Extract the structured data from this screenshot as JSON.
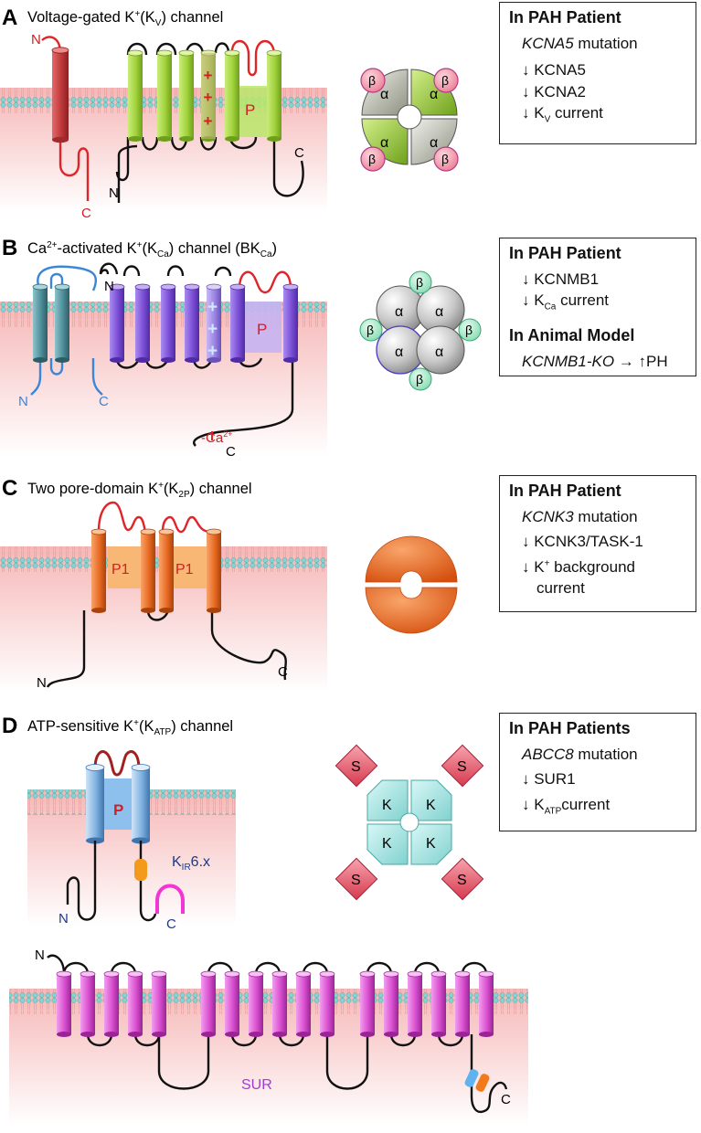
{
  "panels": {
    "A": {
      "letter": "A",
      "title_pre": "Voltage-gated K",
      "title_sup": "+",
      "title_mid": "(K",
      "title_sub": "V",
      "title_post": ") channel",
      "labels": {
        "n_red": "N",
        "c_red": "C",
        "n": "N",
        "c": "C",
        "pore": "P",
        "plus": "+",
        "alpha": "α",
        "beta": "β"
      },
      "box": {
        "heading": "In PAH Patient",
        "gene": "KCNA5",
        "gene_suffix": " mutation",
        "line2": "↓ KCNA5",
        "line3": "↓ KCNA2",
        "line4_pre": "↓ K",
        "line4_sub": "V",
        "line4_post": " current"
      }
    },
    "B": {
      "letter": "B",
      "title_pre": "Ca",
      "title_sup1": "2+",
      "title_mid1": "-activated K",
      "title_sup2": "+",
      "title_mid2": "(K",
      "title_sub1": "Ca",
      "title_mid3": ") channel (BK",
      "title_sub2": "Ca",
      "title_post": ")",
      "labels": {
        "n_blue": "N",
        "c_blue": "C",
        "n": "N",
        "c": "C",
        "pore": "P",
        "plus": "+",
        "ca": "Ca",
        "ca_sup": "2+",
        "alpha": "α",
        "beta": "β"
      },
      "box": {
        "heading": "In PAH Patient",
        "line1": "↓ KCNMB1",
        "line2_pre": "↓ K",
        "line2_sub": "Ca",
        "line2_post": " current",
        "heading2": "In Animal Model",
        "line3_gene": "KCNMB1-KO",
        "line3_post": " → ↑PH"
      }
    },
    "C": {
      "letter": "C",
      "title_pre": "Two pore-domain K",
      "title_sup": "+",
      "title_mid": "(K",
      "title_sub": "2P",
      "title_post": ") channel",
      "labels": {
        "n": "N",
        "c": "C",
        "pore": "P1"
      },
      "box": {
        "heading": "In PAH Patient",
        "gene": "KCNK3",
        "gene_suffix": " mutation",
        "line2": "↓ KCNK3/TASK-1",
        "line3_pre": "↓ K",
        "line3_sup": "+",
        "line3_post": " background",
        "line4": "current"
      }
    },
    "D": {
      "letter": "D",
      "title_pre": "ATP-sensitive K",
      "title_sup": "+",
      "title_mid": "(K",
      "title_sub": "ATP",
      "title_post": ") channel",
      "labels": {
        "n": "N",
        "c": "C",
        "pore": "P",
        "kir_pre": "K",
        "kir_sub": "IR",
        "kir_post": "6.x",
        "sur": "SUR",
        "s": "S",
        "k": "K"
      },
      "box": {
        "heading": "In PAH Patients",
        "gene": "ABCC8",
        "gene_suffix": " mutation",
        "line2": "↓ SUR1",
        "line3_pre": "↓ K",
        "line3_sub": "ATP",
        "line3_post": "current"
      }
    }
  },
  "colors": {
    "membrane_lipid": "#7fd0cf",
    "membrane_tail": "#e9a7a7",
    "cytosol": "#f7c6c6",
    "kv_green": "#a6d63c",
    "kv_red": "#c0393b",
    "bk_purple": "#7b4fd6",
    "bk_teal": "#4f8f9a",
    "k2p_orange": "#e86a22",
    "katp_blue": "#7fb2e0",
    "sur_magenta": "#d94fd0",
    "loop_red": "#e0242a",
    "loop_black": "#111111",
    "loop_blue": "#3a86d9",
    "label_red": "#d11f24",
    "label_blue": "#1a3a8c",
    "sur_label": "#a43bd1"
  }
}
